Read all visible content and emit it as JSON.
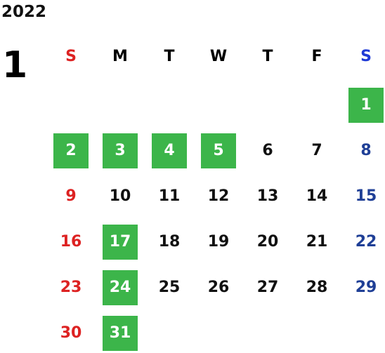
{
  "calendar": {
    "year": "2022",
    "month": "1",
    "weekdays": [
      "S",
      "M",
      "T",
      "W",
      "T",
      "F",
      "S"
    ],
    "first_weekday_index": 6,
    "days_in_month": 31,
    "highlighted_days": [
      1,
      2,
      3,
      4,
      5,
      17,
      24,
      31
    ],
    "colors": {
      "highlight": "#3cb54a",
      "sunday": "#dd2222",
      "saturday": "#1f3f96",
      "saturday_header": "#1f3ad6",
      "text": "#111111"
    }
  }
}
